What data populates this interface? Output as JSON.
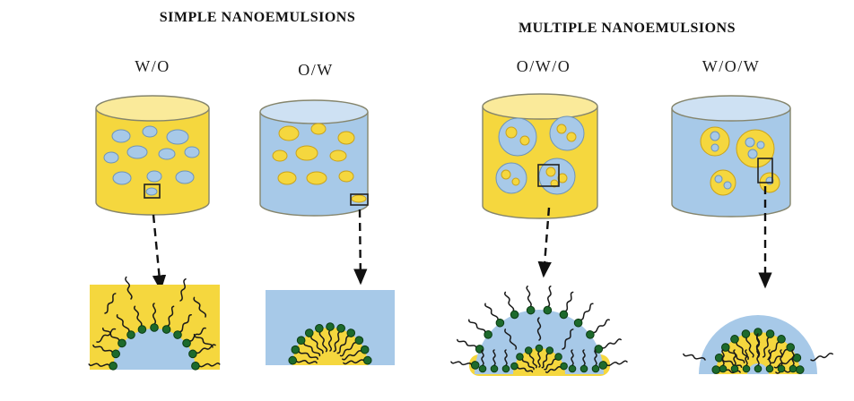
{
  "figure": {
    "sections": [
      {
        "title": "SIMPLE NANOEMULSIONS",
        "panels": [
          {
            "label": "W/O"
          },
          {
            "label": "O/W"
          }
        ]
      },
      {
        "title": "MULTIPLE NANOEMULSIONS",
        "panels": [
          {
            "label": "O/W/O"
          },
          {
            "label": "W/O/W"
          }
        ]
      }
    ],
    "colors": {
      "oil": "#F5D73E",
      "oil_light": "#FAEA9A",
      "water": "#A7C9E8",
      "water_light": "#CEE1F3",
      "surfactant_head": "#1D6A2C",
      "outline": "#85856C",
      "arrow": "#111111"
    }
  }
}
